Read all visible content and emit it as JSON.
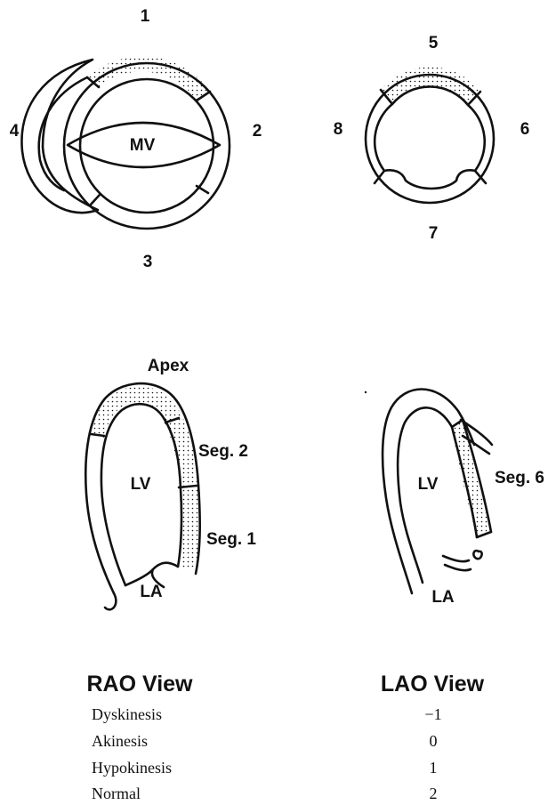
{
  "short_axis_left": {
    "seg_1": "1",
    "seg_2": "2",
    "seg_3": "3",
    "seg_4": "4",
    "valve": "MV"
  },
  "short_axis_right": {
    "seg_5": "5",
    "seg_6": "6",
    "seg_7": "7",
    "seg_8": "8"
  },
  "rao": {
    "apex": "Apex",
    "seg2": "Seg. 2",
    "seg1": "Seg. 1",
    "lv": "LV",
    "la": "LA",
    "title": "RAO View"
  },
  "lao": {
    "seg6": "Seg. 6",
    "lv": "LV",
    "la": "LA",
    "title": "LAO View"
  },
  "legend": [
    {
      "label": "Dyskinesis",
      "score": "−1"
    },
    {
      "label": "Akinesis",
      "score": "0"
    },
    {
      "label": "Hypokinesis",
      "score": "1"
    },
    {
      "label": "Normal",
      "score": "2"
    }
  ]
}
